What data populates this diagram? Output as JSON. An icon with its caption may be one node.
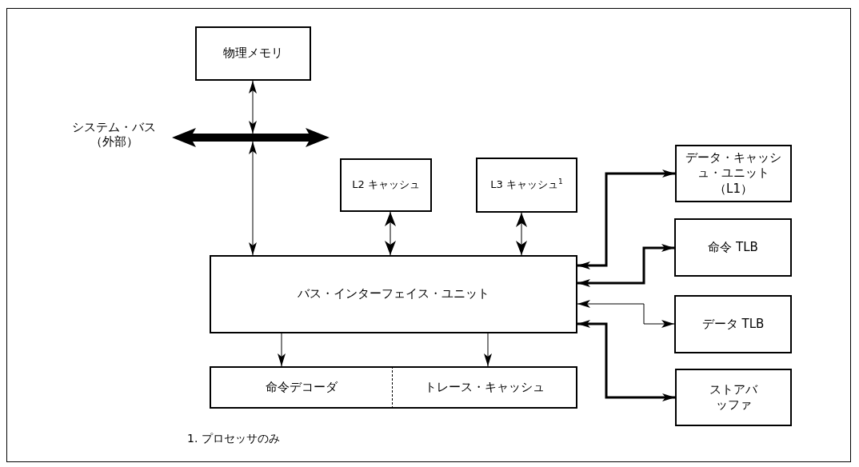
{
  "diagram": {
    "nodes": [
      {
        "text": [
          "物理メモリ"
        ]
      },
      {
        "text": [],
        "shape": "bar",
        "beside": [
          "システム・バス",
          "（外部）"
        ]
      },
      {
        "text": [
          "L2 キャッシュ"
        ]
      },
      {
        "text": [
          "L3 キャッシュ$^{1}$"
        ]
      },
      {
        "text": [
          "データ・キャッシュ・ユニット（L1）"
        ]
      },
      {
        "text": [
          "命令 TLB"
        ]
      },
      {
        "text": [
          "データ TLB"
        ]
      },
      {
        "text": [
          "ストアバッファ"
        ]
      },
      {
        "text": [
          "バス・インターフェイス・ユニット"
        ]
      },
      {
        "text": [
          "命令デコーダ"
        ]
      },
      {
        "text": [
          "トレース・キャッシュ"
        ]
      }
    ],
    "edges": [
      {
        "from": 0,
        "to": 1,
        "arrow": "both"
      },
      {
        "from": 1,
        "to": 8,
        "arrow": "both"
      },
      {
        "from": 2,
        "to": 8,
        "arrow": "both"
      },
      {
        "from": 3,
        "to": 8,
        "arrow": "both"
      },
      {
        "from": 8,
        "to": 4,
        "arrow": "both",
        "style": "thick"
      },
      {
        "from": 8,
        "to": 5,
        "arrow": "both",
        "style": "thick"
      },
      {
        "from": 8,
        "to": 6,
        "arrow": "both"
      },
      {
        "from": 8,
        "to": 7,
        "arrow": "both",
        "style": "thick"
      },
      {
        "from": 8,
        "to": 9,
        "arrow": "to"
      },
      {
        "from": 8,
        "to": 10,
        "arrow": "to"
      }
    ],
    "labels": [
      "1. プロセッサのみ"
    ]
  }
}
